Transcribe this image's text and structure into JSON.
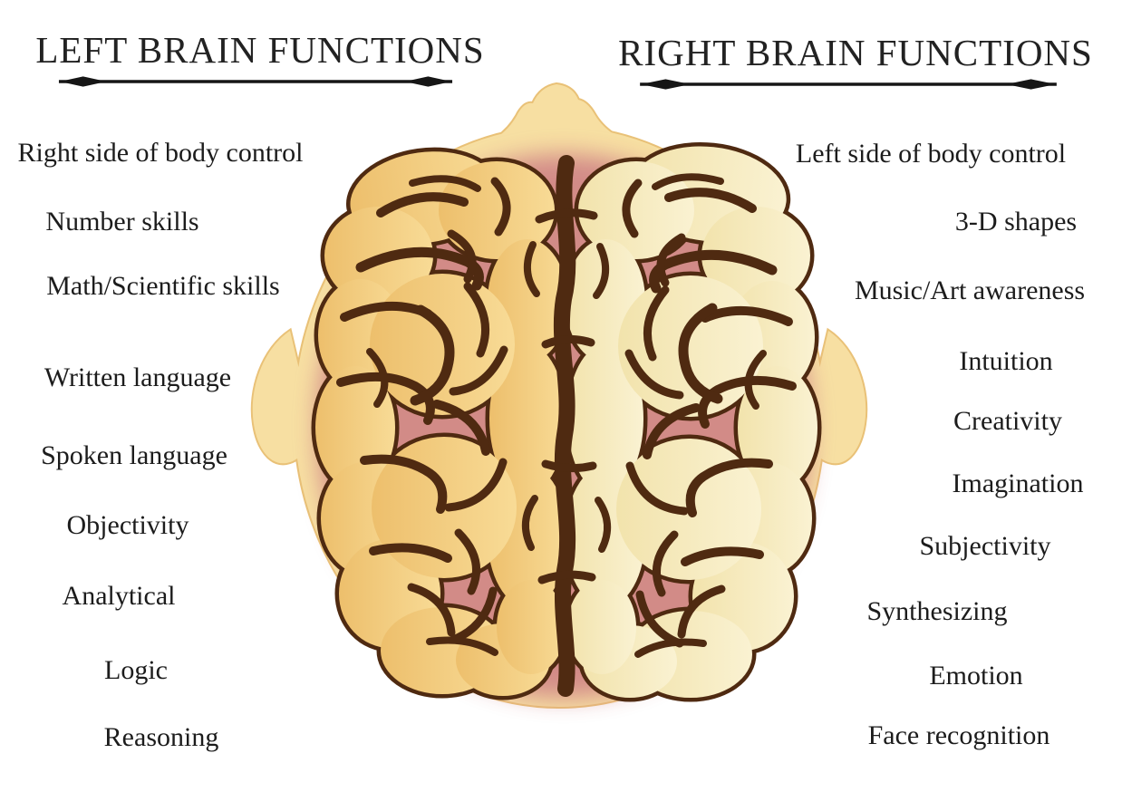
{
  "title_left": "LEFT BRAIN FUNCTIONS",
  "title_right": "RIGHT BRAIN FUNCTIONS",
  "left_functions": [
    "Right side of body control",
    "Number skills",
    "Math/Scientific skills",
    "Written language",
    "Spoken language",
    "Objectivity",
    "Analytical",
    "Logic",
    "Reasoning"
  ],
  "right_functions": [
    "Left side of body control",
    "3-D shapes",
    "Music/Art awareness",
    "Intuition",
    "Creativity",
    "Imagination",
    "Subjectivity",
    "Synthesizing",
    "Emotion",
    "Face recognition"
  ],
  "illustration": {
    "name": "human-brain-top-view",
    "colors": {
      "skin": "#f7dfa2",
      "skin_outline": "#e9c177",
      "halo": "#cf8285",
      "left_hemisphere_dark": "#edbf6c",
      "left_hemisphere_light": "#f8db96",
      "right_hemisphere_dark": "#f2e3ac",
      "right_hemisphere_light": "#faf2d2",
      "sulci": "#4f2a11"
    }
  },
  "rule_color": "#161616",
  "text_color": "#1c1c1c",
  "background": "#ffffff"
}
